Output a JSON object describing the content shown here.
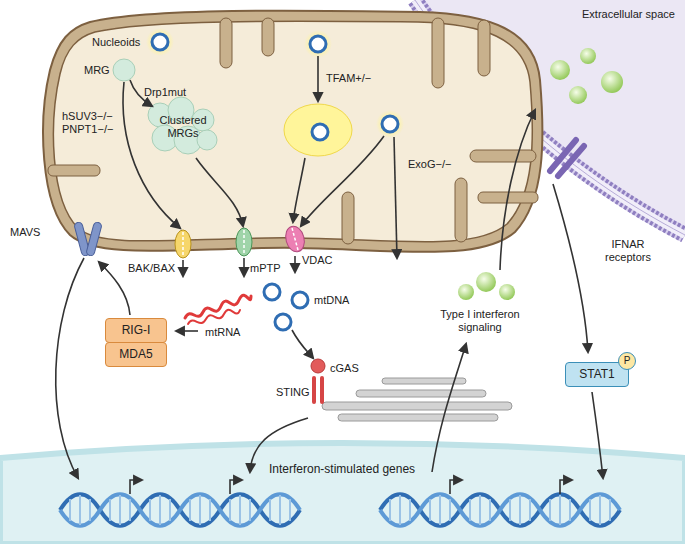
{
  "diagram": {
    "nodes": [
      {
        "text": [
          "RIG-I"
        ]
      },
      {
        "text": [
          "MDA5"
        ]
      },
      {
        "text": [
          "STAT1"
        ]
      },
      {
        "text": [
          "P"
        ],
        "in": 2
      }
    ],
    "labels": [
      "Extracellular space",
      "Nucleoids",
      "MRG",
      "Drp1mut",
      "hSUV3−/−",
      "PNPT1−/−",
      "Clustered MRGs",
      "TFAM+/−",
      "ExoG−/−",
      "MAVS",
      "BAK/BAX",
      "mPTP",
      "VDAC",
      "mtDNA",
      "mtRNA",
      "cGAS",
      "STING",
      "Interferon-stimulated genes",
      "Type I interferon signaling",
      "IFNAR receptors"
    ]
  }
}
